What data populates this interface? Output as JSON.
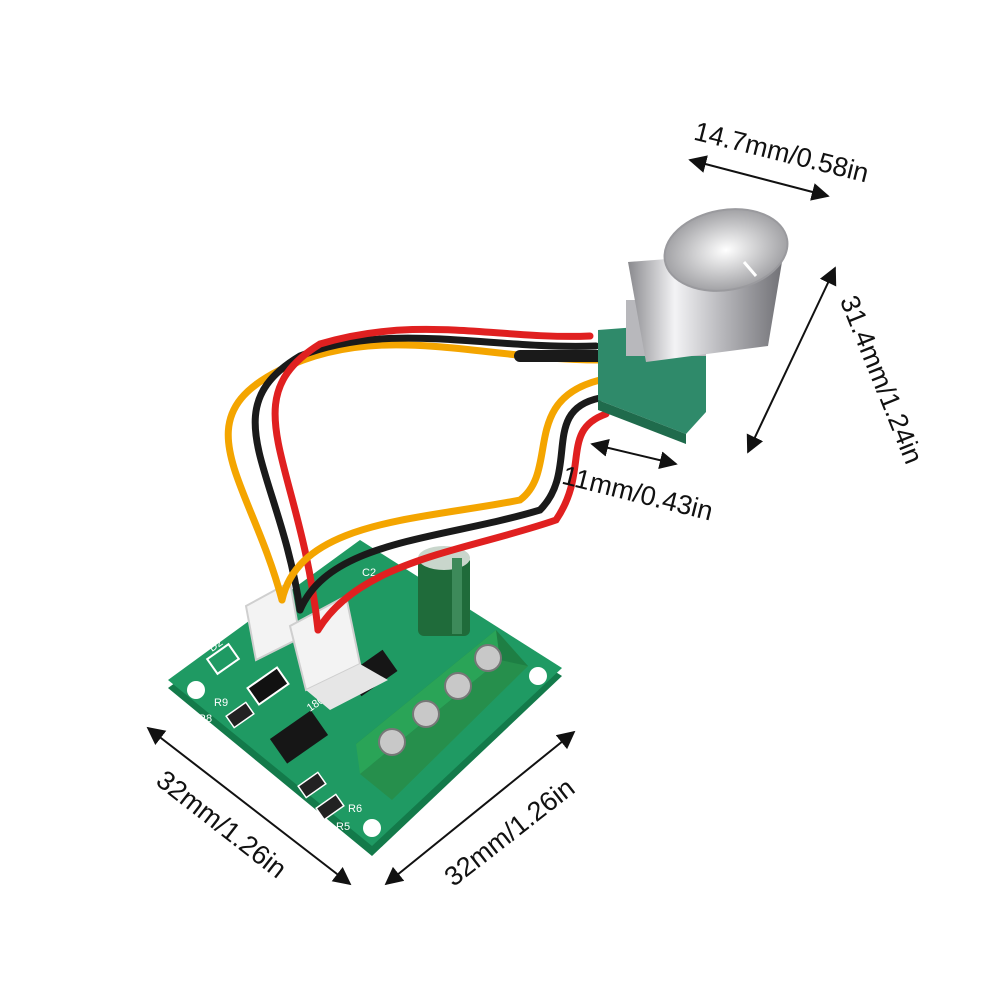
{
  "dimensions": {
    "knob_width": "14.7mm/0.58in",
    "knob_height": "31.4mm/1.24in",
    "shaft_base": "11mm/0.43in",
    "board_left": "32mm/1.26in",
    "board_right": "32mm/1.26in"
  },
  "board_labels": {
    "chip": "1803BK",
    "c2": "C2",
    "d2": "D2",
    "r9": "R9",
    "r8": "R8",
    "r6": "R6",
    "r5": "R5"
  },
  "colors": {
    "pcb": "#1f9a63",
    "pcb_edge": "#137a4a",
    "pot_body": "#2f8a6a",
    "knob": "#d9d9dc",
    "wire_red": "#e02020",
    "wire_yellow": "#f4a500",
    "wire_black": "#1a1a1a",
    "terminal": "#2aa457",
    "capacitor": "#1f6b3a"
  }
}
